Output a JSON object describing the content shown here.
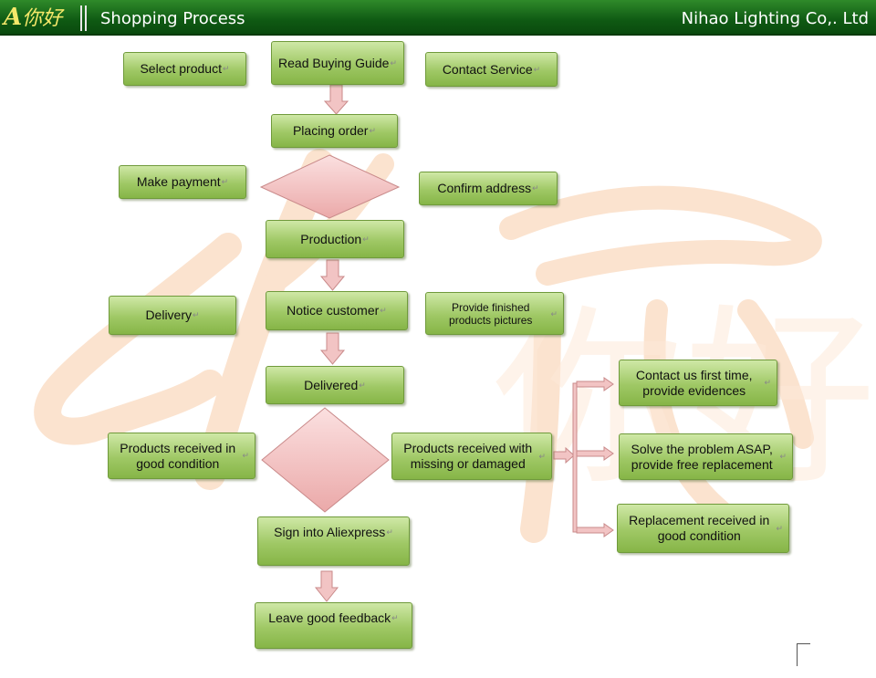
{
  "header": {
    "logo": {
      "mark": "A",
      "text": "你好"
    },
    "title": "Shopping Process",
    "company": "Nihao Lighting Co,. Ltd"
  },
  "watermark": {
    "text": "你好"
  },
  "steps": {
    "select_product": "Select product",
    "read_buying_guide": "Read Buying Guide",
    "contact_service": "Contact Service",
    "placing_order": "Placing order",
    "make_payment": "Make payment",
    "confirm_address": "Confirm address",
    "production": "Production",
    "delivery": "Delivery",
    "notice_customer": "Notice customer",
    "provide_pictures": "Provide finished products pictures",
    "delivered": "Delivered",
    "good_condition": "Products received in good condition",
    "missing_damaged": "Products received with missing or damaged",
    "contact_us": "Contact us first time, provide evidences",
    "solve_problem": "Solve the problem ASAP, provide free replacement",
    "replacement_received": "Replacement received in good condition",
    "sign_in": "Sign into Aliexpress",
    "leave_feedback": "Leave good feedback"
  },
  "colors": {
    "header_bg": "#0f5a13",
    "box_fill": "#9fc865",
    "box_border": "#6f9a3b",
    "arrow_fill": "#f2c4c4",
    "arrow_stroke": "#c98a8a",
    "logo_text": "#f5e86a"
  }
}
